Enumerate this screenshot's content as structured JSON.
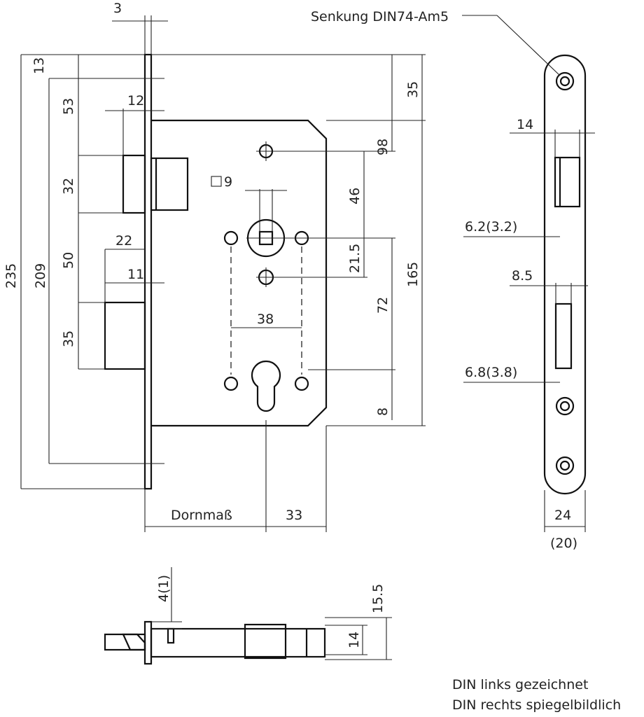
{
  "dimensions": {
    "top_plate_thickness": "3",
    "height_top_offset": "13",
    "height_to_latch_top": "53",
    "latch_projection": "12",
    "latch_height": "32",
    "bolt_projection_total": "22",
    "bolt_projection": "11",
    "latch_bolt_gap": "50",
    "bolt_height": "35",
    "overall_height": "235",
    "inner_height": "209",
    "top_to_case": "35",
    "case_to_spindle": "98",
    "spindle_square": "9",
    "spindle_to_screw": "46",
    "screw_spacing": "21.5",
    "spindle_to_cylinder": "72",
    "case_height": "165",
    "cylinder_bottom": "8",
    "hole_spacing": "38",
    "backset": "Dornmaß",
    "case_depth_right": "33",
    "side_latch_width": "14",
    "side_latch_offset": "6.2(3.2)",
    "side_bolt_width": "8.5",
    "side_bolt_offset": "6.8(3.8)",
    "faceplate_width": "24",
    "faceplate_width_alt": "(20)",
    "bottom_offset": "4(1)",
    "bottom_height_outer": "15.5",
    "bottom_height_inner": "14"
  },
  "notes": {
    "countersink": "Senkung DIN74-Am5",
    "din_left": "DIN links gezeichnet",
    "din_right": "DIN rechts spiegelbildlich"
  }
}
